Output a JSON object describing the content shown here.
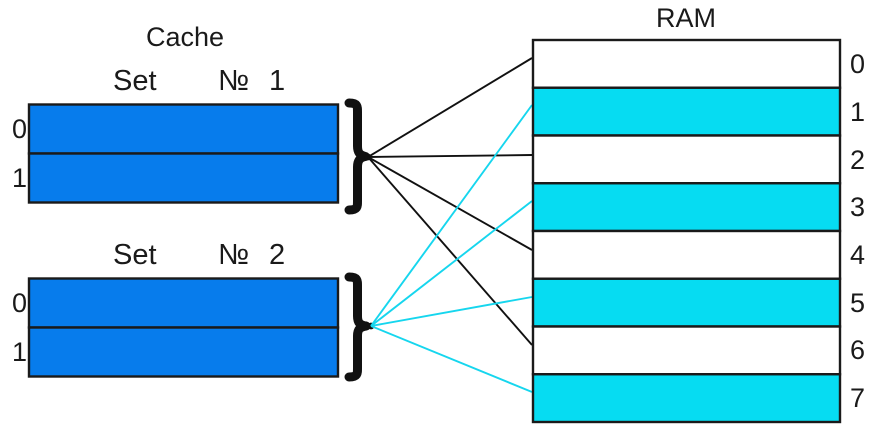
{
  "diagram": {
    "type": "cache-mapping-diagram",
    "background_color": "#ffffff",
    "cache": {
      "title": "Cache",
      "block_color": "#077CEC",
      "sets": [
        {
          "label": "Set",
          "number_label": "№",
          "number": "1",
          "heading": "Set № 1",
          "rows": [
            {
              "index": "0"
            },
            {
              "index": "1"
            }
          ],
          "link_color": "#111111"
        },
        {
          "label": "Set",
          "number_label": "№",
          "number": "2",
          "heading": "Set № 2",
          "rows": [
            {
              "index": "0"
            },
            {
              "index": "1"
            }
          ],
          "link_color": "#16D6EE"
        }
      ]
    },
    "ram": {
      "title": "RAM",
      "white_color": "#ffffff",
      "cyan_color": "#06DCF2",
      "rows": [
        {
          "index": "0",
          "fill": "white",
          "mapped_set": 1
        },
        {
          "index": "1",
          "fill": "cyan",
          "mapped_set": 2
        },
        {
          "index": "2",
          "fill": "white",
          "mapped_set": 1
        },
        {
          "index": "3",
          "fill": "cyan",
          "mapped_set": 2
        },
        {
          "index": "4",
          "fill": "white",
          "mapped_set": 1
        },
        {
          "index": "5",
          "fill": "cyan",
          "mapped_set": 2
        },
        {
          "index": "6",
          "fill": "white",
          "mapped_set": 1
        },
        {
          "index": "7",
          "fill": "cyan",
          "mapped_set": 2
        }
      ]
    }
  }
}
